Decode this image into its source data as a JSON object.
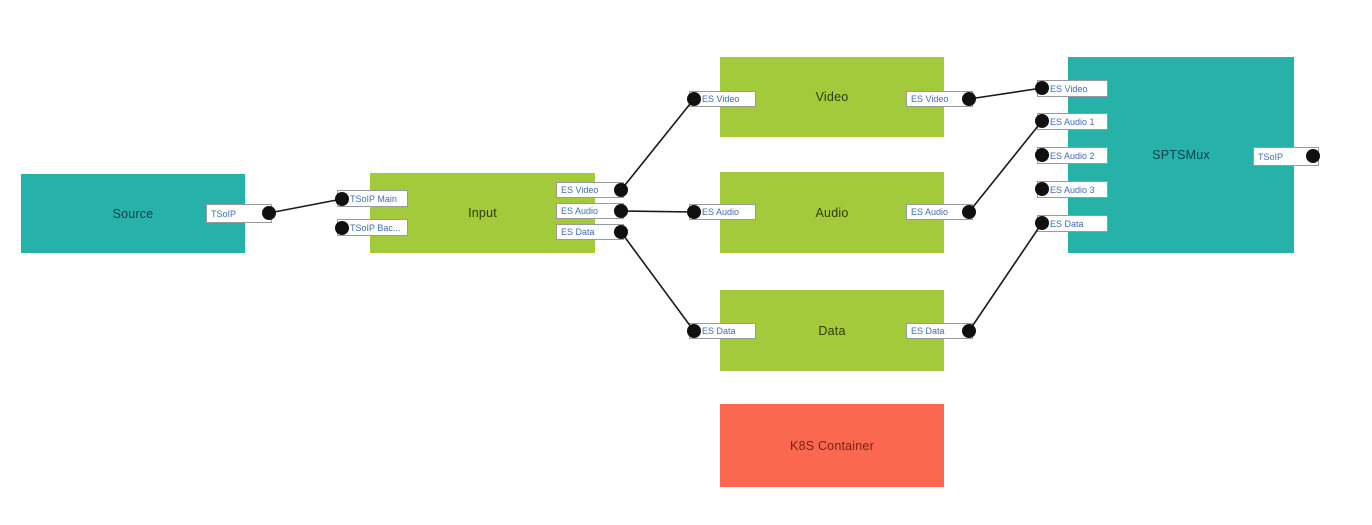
{
  "diagram": {
    "colors": {
      "node_teal": "#26b1a9",
      "node_green": "#a2ca3a",
      "node_red": "#f9684f",
      "port_text": "#3f6db0",
      "edge": "#1a1a1a",
      "dot": "#101010",
      "background": "#ffffff"
    },
    "nodes": [
      {
        "id": "source",
        "label": "Source",
        "type": "teal",
        "inputs": [],
        "outputs": [
          {
            "label": "TSoIP"
          }
        ]
      },
      {
        "id": "input",
        "label": "Input",
        "type": "green",
        "inputs": [
          {
            "label": "TSoIP Main"
          },
          {
            "label": "TSoIP Bac..."
          }
        ],
        "outputs": [
          {
            "label": "ES Video"
          },
          {
            "label": "ES Audio"
          },
          {
            "label": "ES Data"
          }
        ]
      },
      {
        "id": "video",
        "label": "Video",
        "type": "green",
        "inputs": [
          {
            "label": "ES Video"
          }
        ],
        "outputs": [
          {
            "label": "ES Video"
          }
        ]
      },
      {
        "id": "audio",
        "label": "Audio",
        "type": "green",
        "inputs": [
          {
            "label": "ES Audio"
          }
        ],
        "outputs": [
          {
            "label": "ES Audio"
          }
        ]
      },
      {
        "id": "data",
        "label": "Data",
        "type": "green",
        "inputs": [
          {
            "label": "ES Data"
          }
        ],
        "outputs": [
          {
            "label": "ES Data"
          }
        ]
      },
      {
        "id": "k8s-container",
        "label": "K8S Container",
        "type": "red",
        "inputs": [],
        "outputs": []
      },
      {
        "id": "sptsmux",
        "label": "SPTSMux",
        "type": "teal",
        "inputs": [
          {
            "label": "ES Video"
          },
          {
            "label": "ES Audio 1"
          },
          {
            "label": "ES Audio 2"
          },
          {
            "label": "ES Audio 3"
          },
          {
            "label": "ES Data"
          }
        ],
        "outputs": [
          {
            "label": "TSoIP"
          }
        ]
      }
    ],
    "edges": [
      {
        "from": "source:TSoIP",
        "to": "input:TSoIP Main"
      },
      {
        "from": "input:ES Video",
        "to": "video:ES Video"
      },
      {
        "from": "input:ES Audio",
        "to": "audio:ES Audio"
      },
      {
        "from": "input:ES Data",
        "to": "data:ES Data"
      },
      {
        "from": "video:ES Video",
        "to": "sptsmux:ES Video"
      },
      {
        "from": "audio:ES Audio",
        "to": "sptsmux:ES Audio 1"
      },
      {
        "from": "data:ES Data",
        "to": "sptsmux:ES Data"
      }
    ]
  }
}
